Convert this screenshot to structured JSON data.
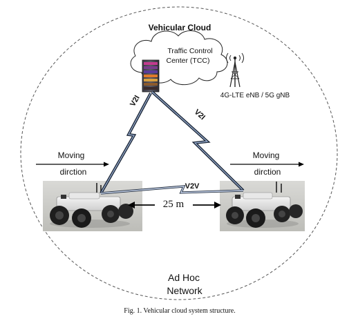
{
  "figure": {
    "cloud_title": "Vehicular Cloud",
    "tcc_label_line1": "Traffic Control",
    "tcc_label_line2": "Center (TCC)",
    "base_station_label": "4G-LTE eNB / 5G gNB",
    "link_v2i_left": "V2I",
    "link_v2i_right": "V2I",
    "link_v2v": "V2V",
    "left_motion_line1": "Moving",
    "left_motion_line2": "dirction",
    "right_motion_line1": "Moving",
    "right_motion_line2": "dirction",
    "distance_label": "25 m",
    "network_line1": "Ad Hoc",
    "network_line2": "Network",
    "caption": "Fig. 1.  Vehicular cloud system structure."
  },
  "colors": {
    "link_dark": "#1f2a3a",
    "link_light": "#9fb4d8",
    "boundary": "#555555",
    "server_purple": "#7a3c8c",
    "server_orange": "#e07a2a"
  }
}
